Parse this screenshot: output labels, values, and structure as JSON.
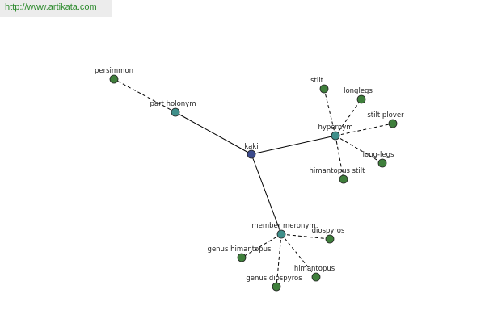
{
  "header": {
    "url": "http://www.artikata.com"
  },
  "colors": {
    "center": "#3b4a8c",
    "relation": "#3f8f8a",
    "leaf": "#3f7f3c",
    "url": "#2e8b2e"
  },
  "graph": {
    "nodes": [
      {
        "id": "kaki",
        "label": "kaki",
        "type": "center"
      },
      {
        "id": "part_holonym",
        "label": "part holonym",
        "type": "relation"
      },
      {
        "id": "hypernym",
        "label": "hypernym",
        "type": "relation"
      },
      {
        "id": "member_meronym",
        "label": "member meronym",
        "type": "relation"
      },
      {
        "id": "persimmon",
        "label": "persimmon",
        "type": "leaf"
      },
      {
        "id": "stilt",
        "label": "stilt",
        "type": "leaf"
      },
      {
        "id": "longlegs",
        "label": "longlegs",
        "type": "leaf"
      },
      {
        "id": "stilt_plover",
        "label": "stilt plover",
        "type": "leaf"
      },
      {
        "id": "long_legs",
        "label": "long-legs",
        "type": "leaf"
      },
      {
        "id": "himantopus_stilt",
        "label": "himantopus stilt",
        "type": "leaf"
      },
      {
        "id": "diospyros",
        "label": "diospyros",
        "type": "leaf"
      },
      {
        "id": "genus_himantopus",
        "label": "genus himantopus",
        "type": "leaf"
      },
      {
        "id": "genus_diospyros",
        "label": "genus diospyros",
        "type": "leaf"
      },
      {
        "id": "himantopus",
        "label": "himantopus",
        "type": "leaf"
      }
    ],
    "edges": [
      {
        "from": "kaki",
        "to": "part_holonym",
        "style": "solid"
      },
      {
        "from": "kaki",
        "to": "hypernym",
        "style": "solid"
      },
      {
        "from": "kaki",
        "to": "member_meronym",
        "style": "solid"
      },
      {
        "from": "part_holonym",
        "to": "persimmon",
        "style": "dashed"
      },
      {
        "from": "hypernym",
        "to": "stilt",
        "style": "dashed"
      },
      {
        "from": "hypernym",
        "to": "longlegs",
        "style": "dashed"
      },
      {
        "from": "hypernym",
        "to": "stilt_plover",
        "style": "dashed"
      },
      {
        "from": "hypernym",
        "to": "long_legs",
        "style": "dashed"
      },
      {
        "from": "hypernym",
        "to": "himantopus_stilt",
        "style": "dashed"
      },
      {
        "from": "member_meronym",
        "to": "diospyros",
        "style": "dashed"
      },
      {
        "from": "member_meronym",
        "to": "genus_himantopus",
        "style": "dashed"
      },
      {
        "from": "member_meronym",
        "to": "genus_diospyros",
        "style": "dashed"
      },
      {
        "from": "member_meronym",
        "to": "himantopus",
        "style": "dashed"
      }
    ]
  }
}
